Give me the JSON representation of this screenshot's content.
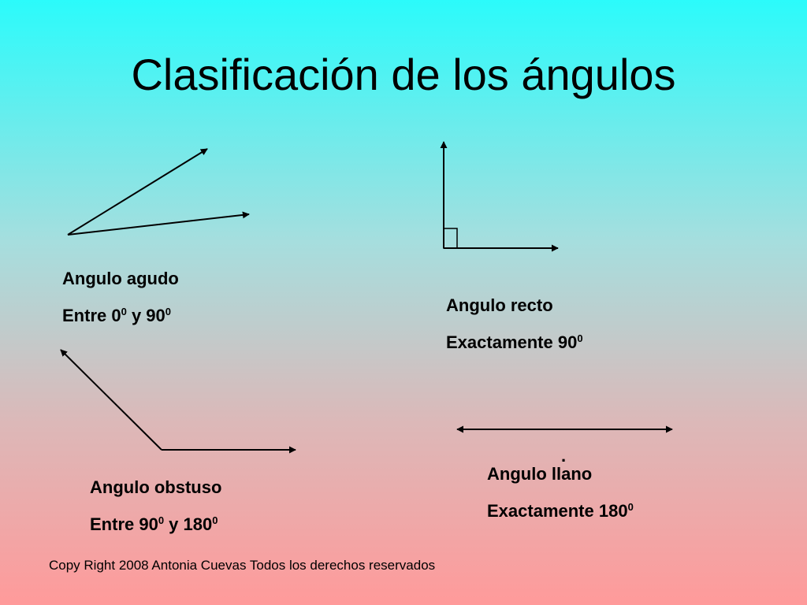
{
  "title": "Clasificación de los ángulos",
  "angles": {
    "agudo": {
      "name": "Angulo agudo",
      "pre": "Entre 0",
      "sup1": "0",
      "mid": " y 90",
      "sup2": "0"
    },
    "recto": {
      "name": "Angulo recto",
      "pre": "Exactamente 90",
      "sup1": "0"
    },
    "obtuso": {
      "name": "Angulo obstuso",
      "pre": "Entre 90",
      "sup1": "0",
      "mid": " y 180",
      "sup2": "0"
    },
    "llano": {
      "name": "Angulo llano",
      "pre": "Exactamente 180",
      "sup1": "0"
    }
  },
  "dot_mark": ".",
  "copyright": "Copy Right 2008 Antonia Cuevas Todos los derechos reservados"
}
